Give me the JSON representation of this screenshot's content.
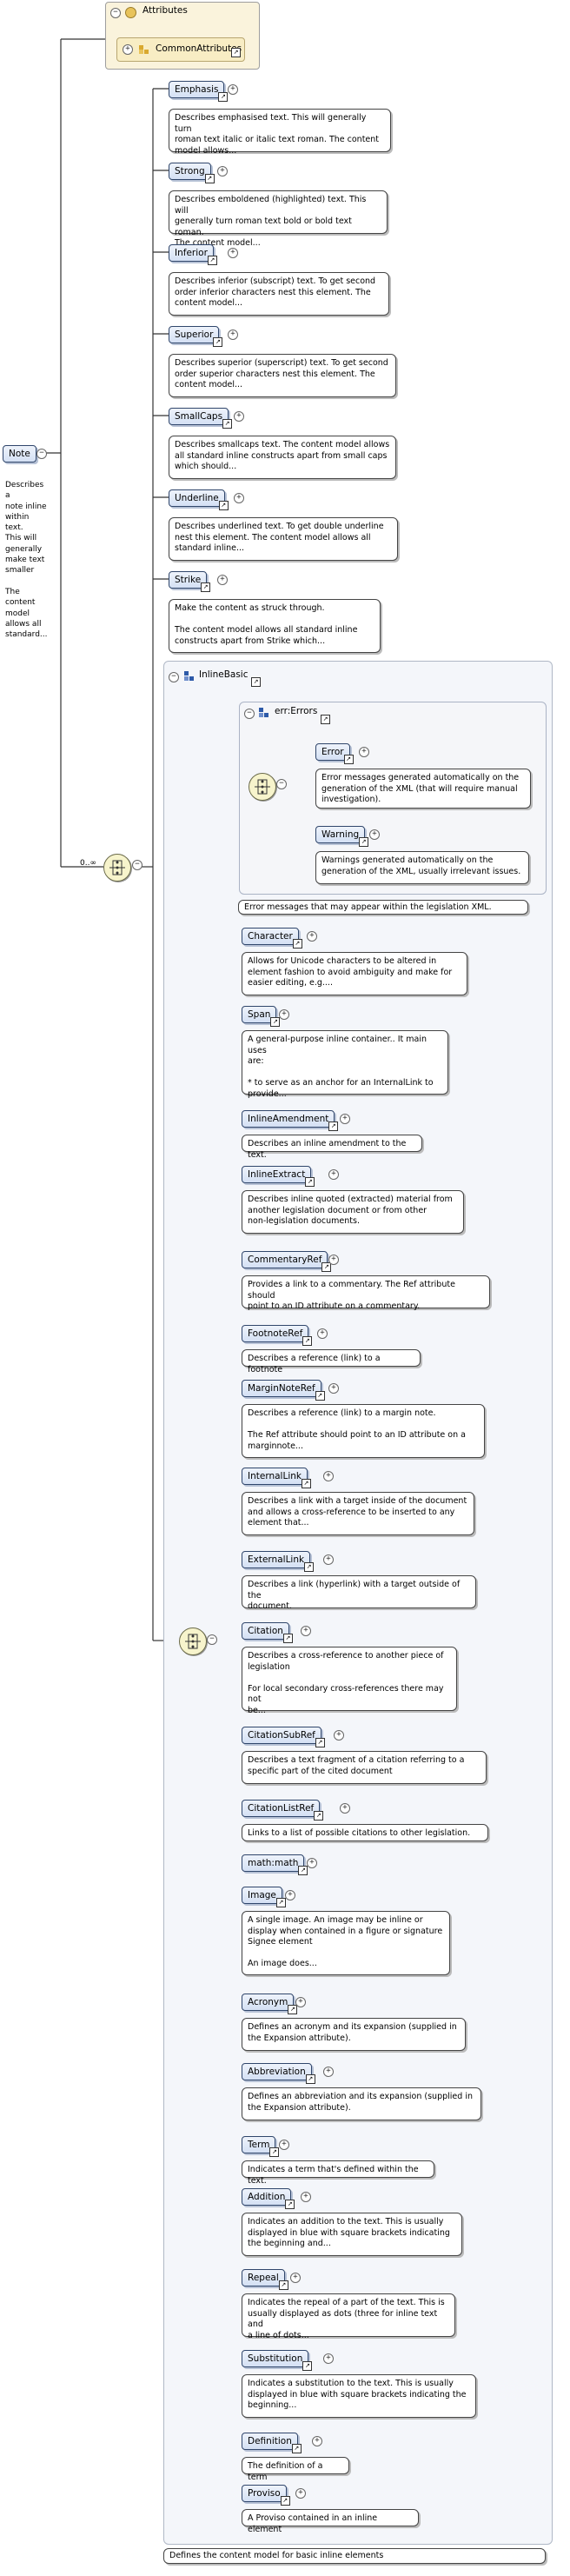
{
  "root": {
    "name": "Note",
    "doc": "Describes a\nnote inline\nwithin text.\nThis will\ngenerally\nmake text\nsmaller\n\nThe content\nmodel\nallows all\nstandard..."
  },
  "attributes": {
    "header": "Attributes",
    "group": "CommonAttributes"
  },
  "occurrence": "0..∞",
  "elements": [
    {
      "name": "Emphasis",
      "doc": "Describes emphasised text. This will generally turn\nroman text italic or italic text roman. The content\nmodel allows..."
    },
    {
      "name": "Strong",
      "doc": "Describes emboldened (highlighted) text. This will\ngenerally turn roman text bold or bold text roman.\nThe content model..."
    },
    {
      "name": "Inferior",
      "doc": "Describes inferior (subscript) text. To get second\norder inferior characters nest this element. The\ncontent model..."
    },
    {
      "name": "Superior",
      "doc": "Describes superior (superscript) text. To get second\norder superior characters nest this element. The\ncontent model..."
    },
    {
      "name": "SmallCaps",
      "doc": "Describes smallcaps text. The content model allows\nall standard inline constructs apart from small caps\nwhich should..."
    },
    {
      "name": "Underline",
      "doc": "Describes underlined text. To get double underline\nnest this element. The content model allows all\nstandard inline..."
    },
    {
      "name": "Strike",
      "doc": "Make the content as struck through.\n\nThe content model allows all standard inline\nconstructs apart from Strike which..."
    }
  ],
  "inline_basic": {
    "label": "InlineBasic",
    "doc": "Defines the content model for basic inline elements",
    "errors_group": "err:Errors",
    "error_items": [
      {
        "name": "Error",
        "doc": "Error messages generated automatically on the\ngeneration of the XML (that will require manual\ninvestigation)."
      },
      {
        "name": "Warning",
        "doc": "Warnings generated automatically on the\ngeneration of the XML, usually irrelevant issues."
      }
    ],
    "errors_doc": "Error messages that may appear within the legislation XML.",
    "items": [
      {
        "name": "Character",
        "doc": "Allows for Unicode characters to be altered in\nelement fashion to avoid ambiguity and make for\neasier editing, e.g...."
      },
      {
        "name": "Span",
        "doc": "A general-purpose inline container.. It main uses\nare:\n\n* to serve as an anchor for an InternalLink to\nprovide..."
      },
      {
        "name": "InlineAmendment",
        "doc": "Describes an inline amendment to the text."
      },
      {
        "name": "InlineExtract",
        "doc": "Describes inline quoted (extracted) material from\nanother legislation document or from other\nnon-legislation documents."
      },
      {
        "name": "CommentaryRef",
        "doc": "Provides a link to a commentary. The Ref attribute should\npoint to an ID attribute on a commentary."
      },
      {
        "name": "FootnoteRef",
        "doc": "Describes a reference (link) to a footnote"
      },
      {
        "name": "MarginNoteRef",
        "doc": "Describes a reference (link) to a margin note.\n\nThe Ref attribute should point to an ID attribute on a\nmarginnote..."
      },
      {
        "name": "InternalLink",
        "doc": "Describes a link with a target inside of the document\nand allows a cross-reference to be inserted to any\nelement that..."
      },
      {
        "name": "ExternalLink",
        "doc": "Describes a link (hyperlink) with a target outside of the\ndocument."
      },
      {
        "name": "Citation",
        "doc": "Describes a cross-reference to another piece of\nlegislation\n\nFor local secondary cross-references there may not\nbe..."
      },
      {
        "name": "CitationSubRef",
        "doc": "Describes a text fragment of a citation referring to a\nspecific part of the cited document"
      },
      {
        "name": "CitationListRef",
        "doc": "Links to a list of possible citations to other legislation."
      },
      {
        "name": "math:math",
        "doc": ""
      },
      {
        "name": "Image",
        "doc": "A single image. An image may be inline or\ndisplay when contained in a figure or signature\nSignee element\n\nAn image does..."
      },
      {
        "name": "Acronym",
        "doc": "Defines an acronym and its expansion (supplied in\nthe Expansion attribute)."
      },
      {
        "name": "Abbreviation",
        "doc": "Defines an abbreviation and its expansion (supplied in\nthe Expansion attribute)."
      },
      {
        "name": "Term",
        "doc": "Indicates a term that's defined within the text."
      },
      {
        "name": "Addition",
        "doc": "Indicates an addition to the text. This is usually\ndisplayed in blue with square brackets indicating\nthe beginning and..."
      },
      {
        "name": "Repeal",
        "doc": "Indicates the repeal of a part of the text. This is\nusually displayed as dots (three for inline text and\na line of dots..."
      },
      {
        "name": "Substitution",
        "doc": "Indicates a substitution to the text. This is usually\ndisplayed in blue with square brackets indicating the\nbeginning..."
      },
      {
        "name": "Definition",
        "doc": "The definition of a term"
      },
      {
        "name": "Proviso",
        "doc": "A Proviso contained in an inline element"
      }
    ]
  }
}
